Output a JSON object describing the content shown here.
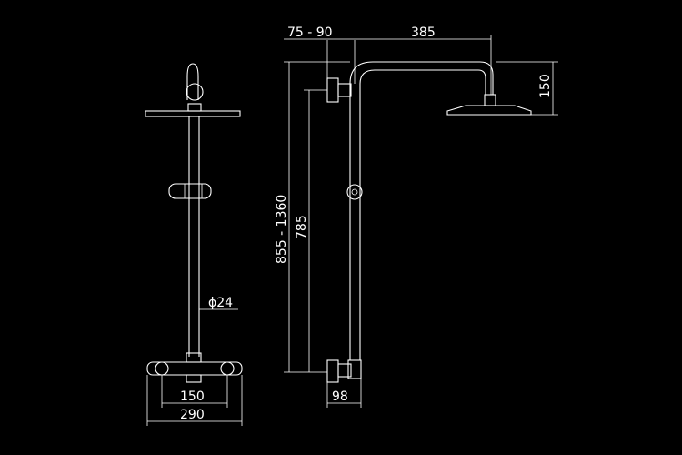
{
  "dimensions": {
    "diameter": "ϕ24",
    "front_width_valves": "150",
    "front_width_total": "290",
    "arm_offset": "75 - 90",
    "arm_length": "385",
    "head_drop": "150",
    "height_range": "855 - 1360",
    "rail_height": "785",
    "wall_distance": "98"
  }
}
